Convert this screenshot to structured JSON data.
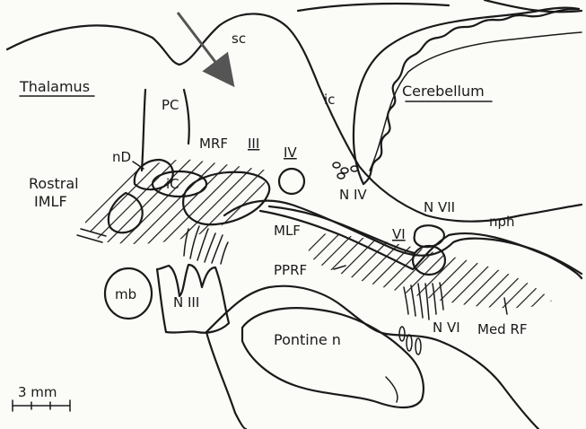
{
  "labels": {
    "sc": "sc",
    "thalamus": "Thalamus",
    "pc": "PC",
    "ic": "ic",
    "cerebellum": "Cerebellum",
    "nd": "nD",
    "mrf": "MRF",
    "iii": "III",
    "iv": "IV",
    "rostral": "Rostral",
    "imlf": "IMLF",
    "icap": "iC",
    "niv": "N IV",
    "nvii": "N VII",
    "nph": "nph",
    "mlf": "MLF",
    "vi": "VI",
    "pprf": "PPRF",
    "mb": "mb",
    "niii": "N III",
    "nvi": "N VI",
    "pontine": "Pontine n",
    "medrf": "Med RF",
    "scale": "3 mm"
  },
  "colors": {
    "ink": "#1a1a1a",
    "paper": "#fbfbf8"
  }
}
